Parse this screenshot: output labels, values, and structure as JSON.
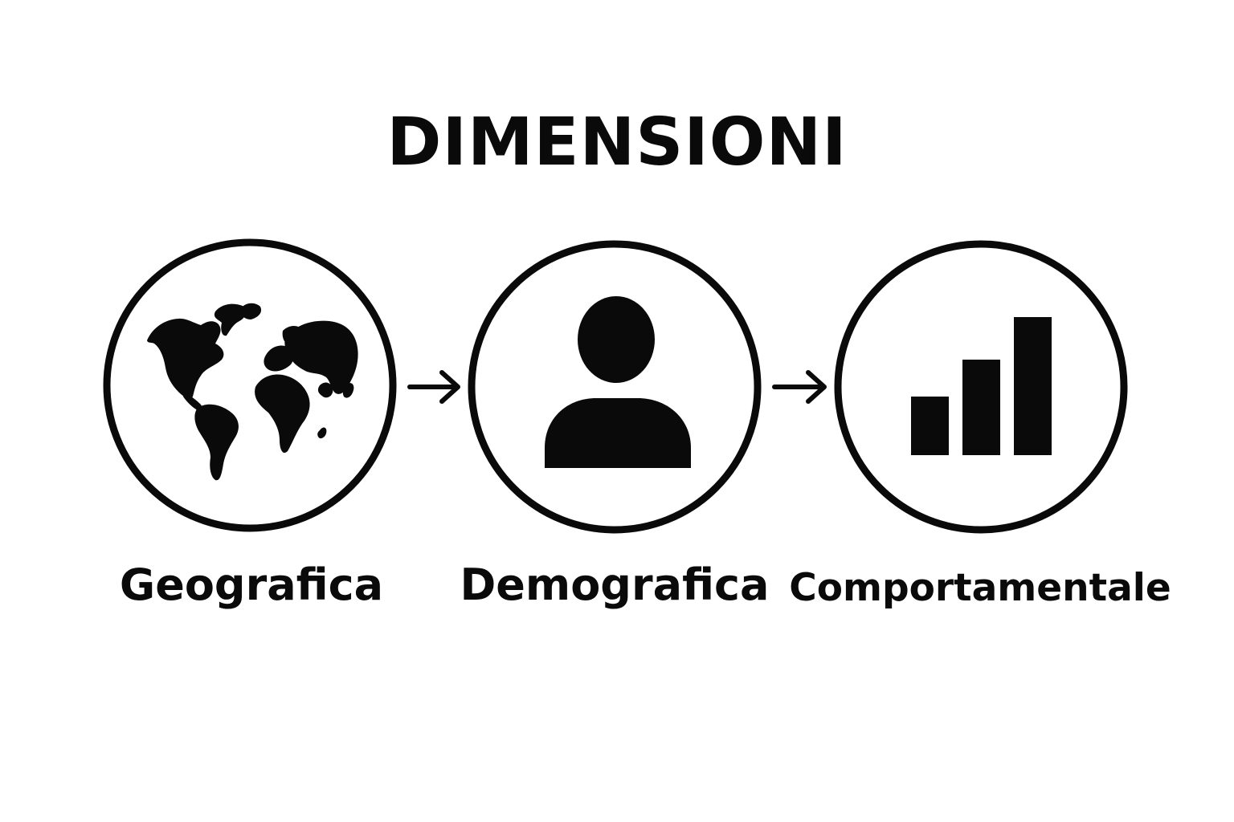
{
  "title": "DIMENSIONI",
  "nodes": [
    {
      "label": "Geografica",
      "icon": "world-map-icon"
    },
    {
      "label": "Demografica",
      "icon": "person-icon"
    },
    {
      "label": "Comportamentale",
      "icon": "bar-chart-icon"
    }
  ],
  "colors": {
    "background": "#ffffff",
    "ink": "#0a0a0a"
  }
}
